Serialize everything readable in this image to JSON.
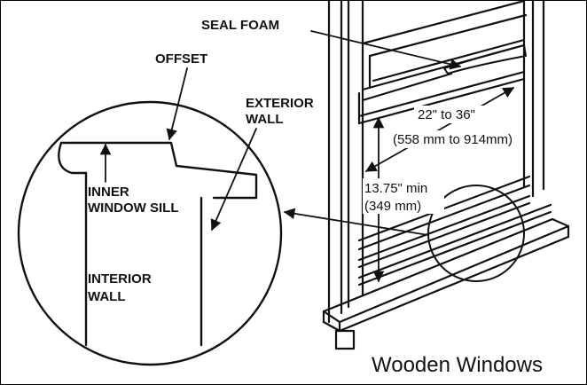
{
  "labels": {
    "seal_foam": "SEAL FOAM",
    "offset": "OFFSET",
    "exterior_wall_1": "EXTERIOR",
    "exterior_wall_2": "WALL",
    "inner_sill_1": "INNER",
    "inner_sill_2": "WINDOW SILL",
    "interior_wall_1": "INTERIOR",
    "interior_wall_2": "WALL",
    "opening_range_1": "22\" to 36\"",
    "opening_range_2": "(558 mm to 914mm)",
    "min_height_1": "13.75\" min",
    "min_height_2": "(349 mm)"
  },
  "caption": "Wooden Windows"
}
